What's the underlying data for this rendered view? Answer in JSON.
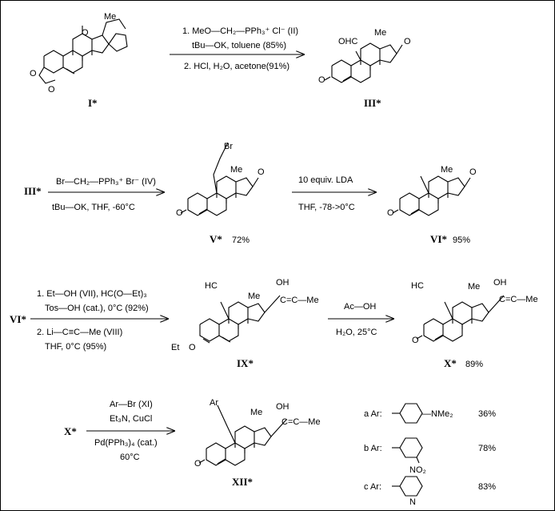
{
  "compounds": {
    "I": "I*",
    "III": "III*",
    "III_start": "III*",
    "V": "V*",
    "V_yield": "72%",
    "VI": "VI*",
    "VI_yield": "95%",
    "VI_start": "VI*",
    "IX": "IX*",
    "X": "X*",
    "X_yield": "89%",
    "X_start": "X*",
    "XII": "XII*"
  },
  "atom_labels": {
    "Me": "Me",
    "O": "O",
    "OHC": "OHC",
    "Br": "Br",
    "OH": "OH",
    "Et": "Et",
    "Ar": "Ar",
    "CMe": "C=C—Me",
    "HC": "HC"
  },
  "steps": {
    "s1": {
      "line1": "1.    MeO—CH₂—PPh₃⁺ Cl⁻ (II)",
      "line2": "tBu—OK, toluene (85%)",
      "line3": "2. HCl, H₂O, acetone(91%)"
    },
    "s2": {
      "line1": "Br—CH₂—PPh₃⁺ Br⁻ (IV)",
      "line2": "tBu—OK, THF, -60°C"
    },
    "s3": {
      "line1": "10 equiv. LDA",
      "line2": "THF, -78->0°C"
    },
    "s4": {
      "line1": "1. Et—OH (VII), HC(O—Et)₃",
      "line2": "Tos—OH (cat.), 0°C (92%)",
      "line3": "2. Li—C≡C—Me (VIII)",
      "line4": "THF, 0°C (95%)"
    },
    "s5": {
      "line1": "Ac—OH",
      "line2": "H₂O, 25°C"
    },
    "s6": {
      "line1": "Ar—Br (XI)",
      "line2": "Et₃N, CuCl",
      "line3": "Pd(PPh₃)₄ (cat.)",
      "line4": "60°C"
    }
  },
  "aryl_table": [
    {
      "letter": "a Ar:",
      "group": "—NMe₂",
      "yield": "36%"
    },
    {
      "letter": "b Ar:",
      "group": "NO₂",
      "yield": "78%"
    },
    {
      "letter": "c Ar:",
      "group": "N",
      "yield": "83%"
    }
  ]
}
